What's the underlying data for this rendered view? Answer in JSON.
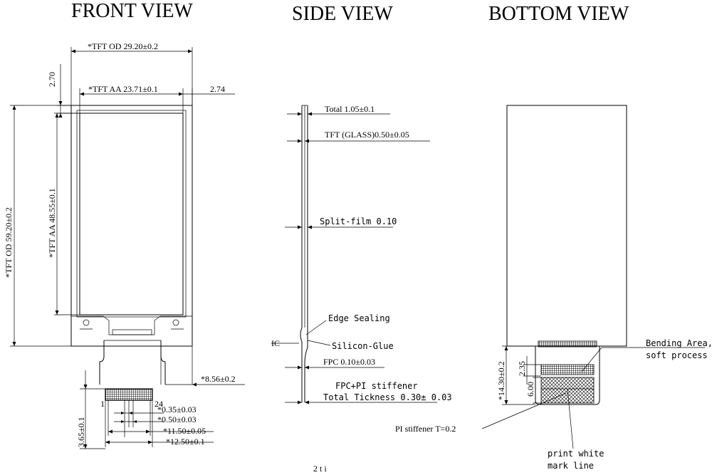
{
  "titles": {
    "front": "FRONT VIEW",
    "side": "SIDE VIEW",
    "bottom": "BOTTOM VIEW"
  },
  "front": {
    "tft_od_width": "*TFT OD 29.20±0.2",
    "tft_aa_width": "*TFT AA 23.71±0.1",
    "right_margin": "2.74",
    "top_margin": "2.70",
    "tft_od_height": "*TFT OD 59.20±0.2",
    "tft_aa_height": "*TFT AA 48.55±0.1",
    "fpc_length": "*8.56±0.2",
    "pin_first": "1",
    "pin_last": "24",
    "pitch_width": "*0.35±0.03",
    "pitch": "*0.50±0.03",
    "pins_span": "*11.50±0.05",
    "fpc_width": "*12.50±0.1",
    "finger_length": "3.65±0.1",
    "bottom_fragment": "2 t  i"
  },
  "side": {
    "total": "Total 1.05±0.1",
    "glass": "TFT (GLASS)0.50±0.05",
    "split_film": "Split-film 0.10",
    "edge_sealing": "Edge Sealing",
    "ic": "IC",
    "silicon_glue": "Silicon-Glue",
    "fpc": "FPC 0.10±0.03",
    "stiffener_line1": "FPC+PI stiffener",
    "stiffener_line2": "Total Tickness 0.30± 0.03"
  },
  "bottom": {
    "bending_line1": "Bending Area,",
    "bending_line2": "soft process",
    "total_height": "*14.30±0.2",
    "bend_height": "2.35",
    "stiffener_height": "6.00",
    "pi_stiffener": "PI stiffener T=0.2",
    "print_line1": "print white",
    "print_line2": "mark line"
  }
}
